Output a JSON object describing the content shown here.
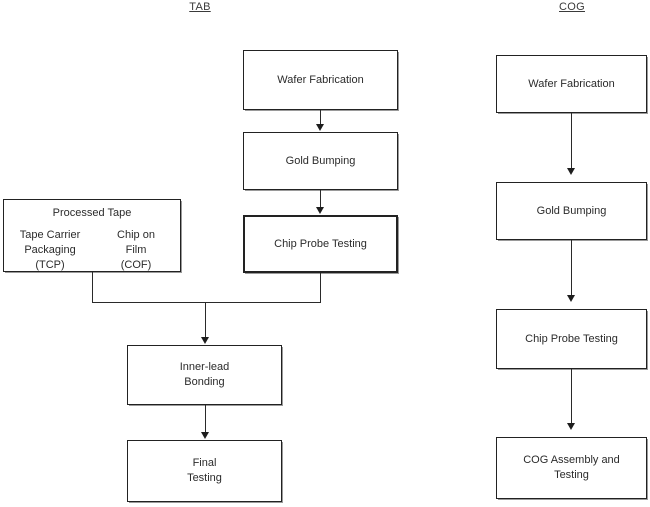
{
  "diagram": {
    "title_left": "TAB",
    "title_right": "COG",
    "columns": [
      {
        "id": "tab",
        "header": "TAB",
        "nodes": [
          {
            "id": "tab-wafer-fabrication",
            "label": "Wafer Fabrication"
          },
          {
            "id": "tab-gold-bumping",
            "label": "Gold Bumping"
          },
          {
            "id": "tab-chip-probe-testing",
            "label": "Chip Probe Testing"
          },
          {
            "id": "tab-inner-lead-bonding",
            "label": "Inner-lead\nBonding"
          },
          {
            "id": "tab-final-testing",
            "label": "Final\nTesting"
          }
        ]
      },
      {
        "id": "cog",
        "header": "COG",
        "nodes": [
          {
            "id": "cog-wafer-fabrication",
            "label": "Wafer Fabrication"
          },
          {
            "id": "cog-gold-bumping",
            "label": "Gold Bumping"
          },
          {
            "id": "cog-chip-probe-testing",
            "label": "Chip Probe Testing"
          },
          {
            "id": "cog-assembly-and-testing",
            "label": "COG Assembly and\nTesting"
          }
        ]
      }
    ],
    "processed_tape": {
      "title": "Processed Tape",
      "left_cell": "Tape Carrier\nPackaging\n(TCP)",
      "right_cell": "Chip on\nFilm\n(COF)"
    },
    "colors": {
      "box_border": "#222222",
      "box_shadow": "#9a9a9a",
      "connector": "#2a2a2a",
      "text": "#2b2b2b",
      "header_text": "#3a3a3a",
      "background": "#ffffff"
    }
  }
}
